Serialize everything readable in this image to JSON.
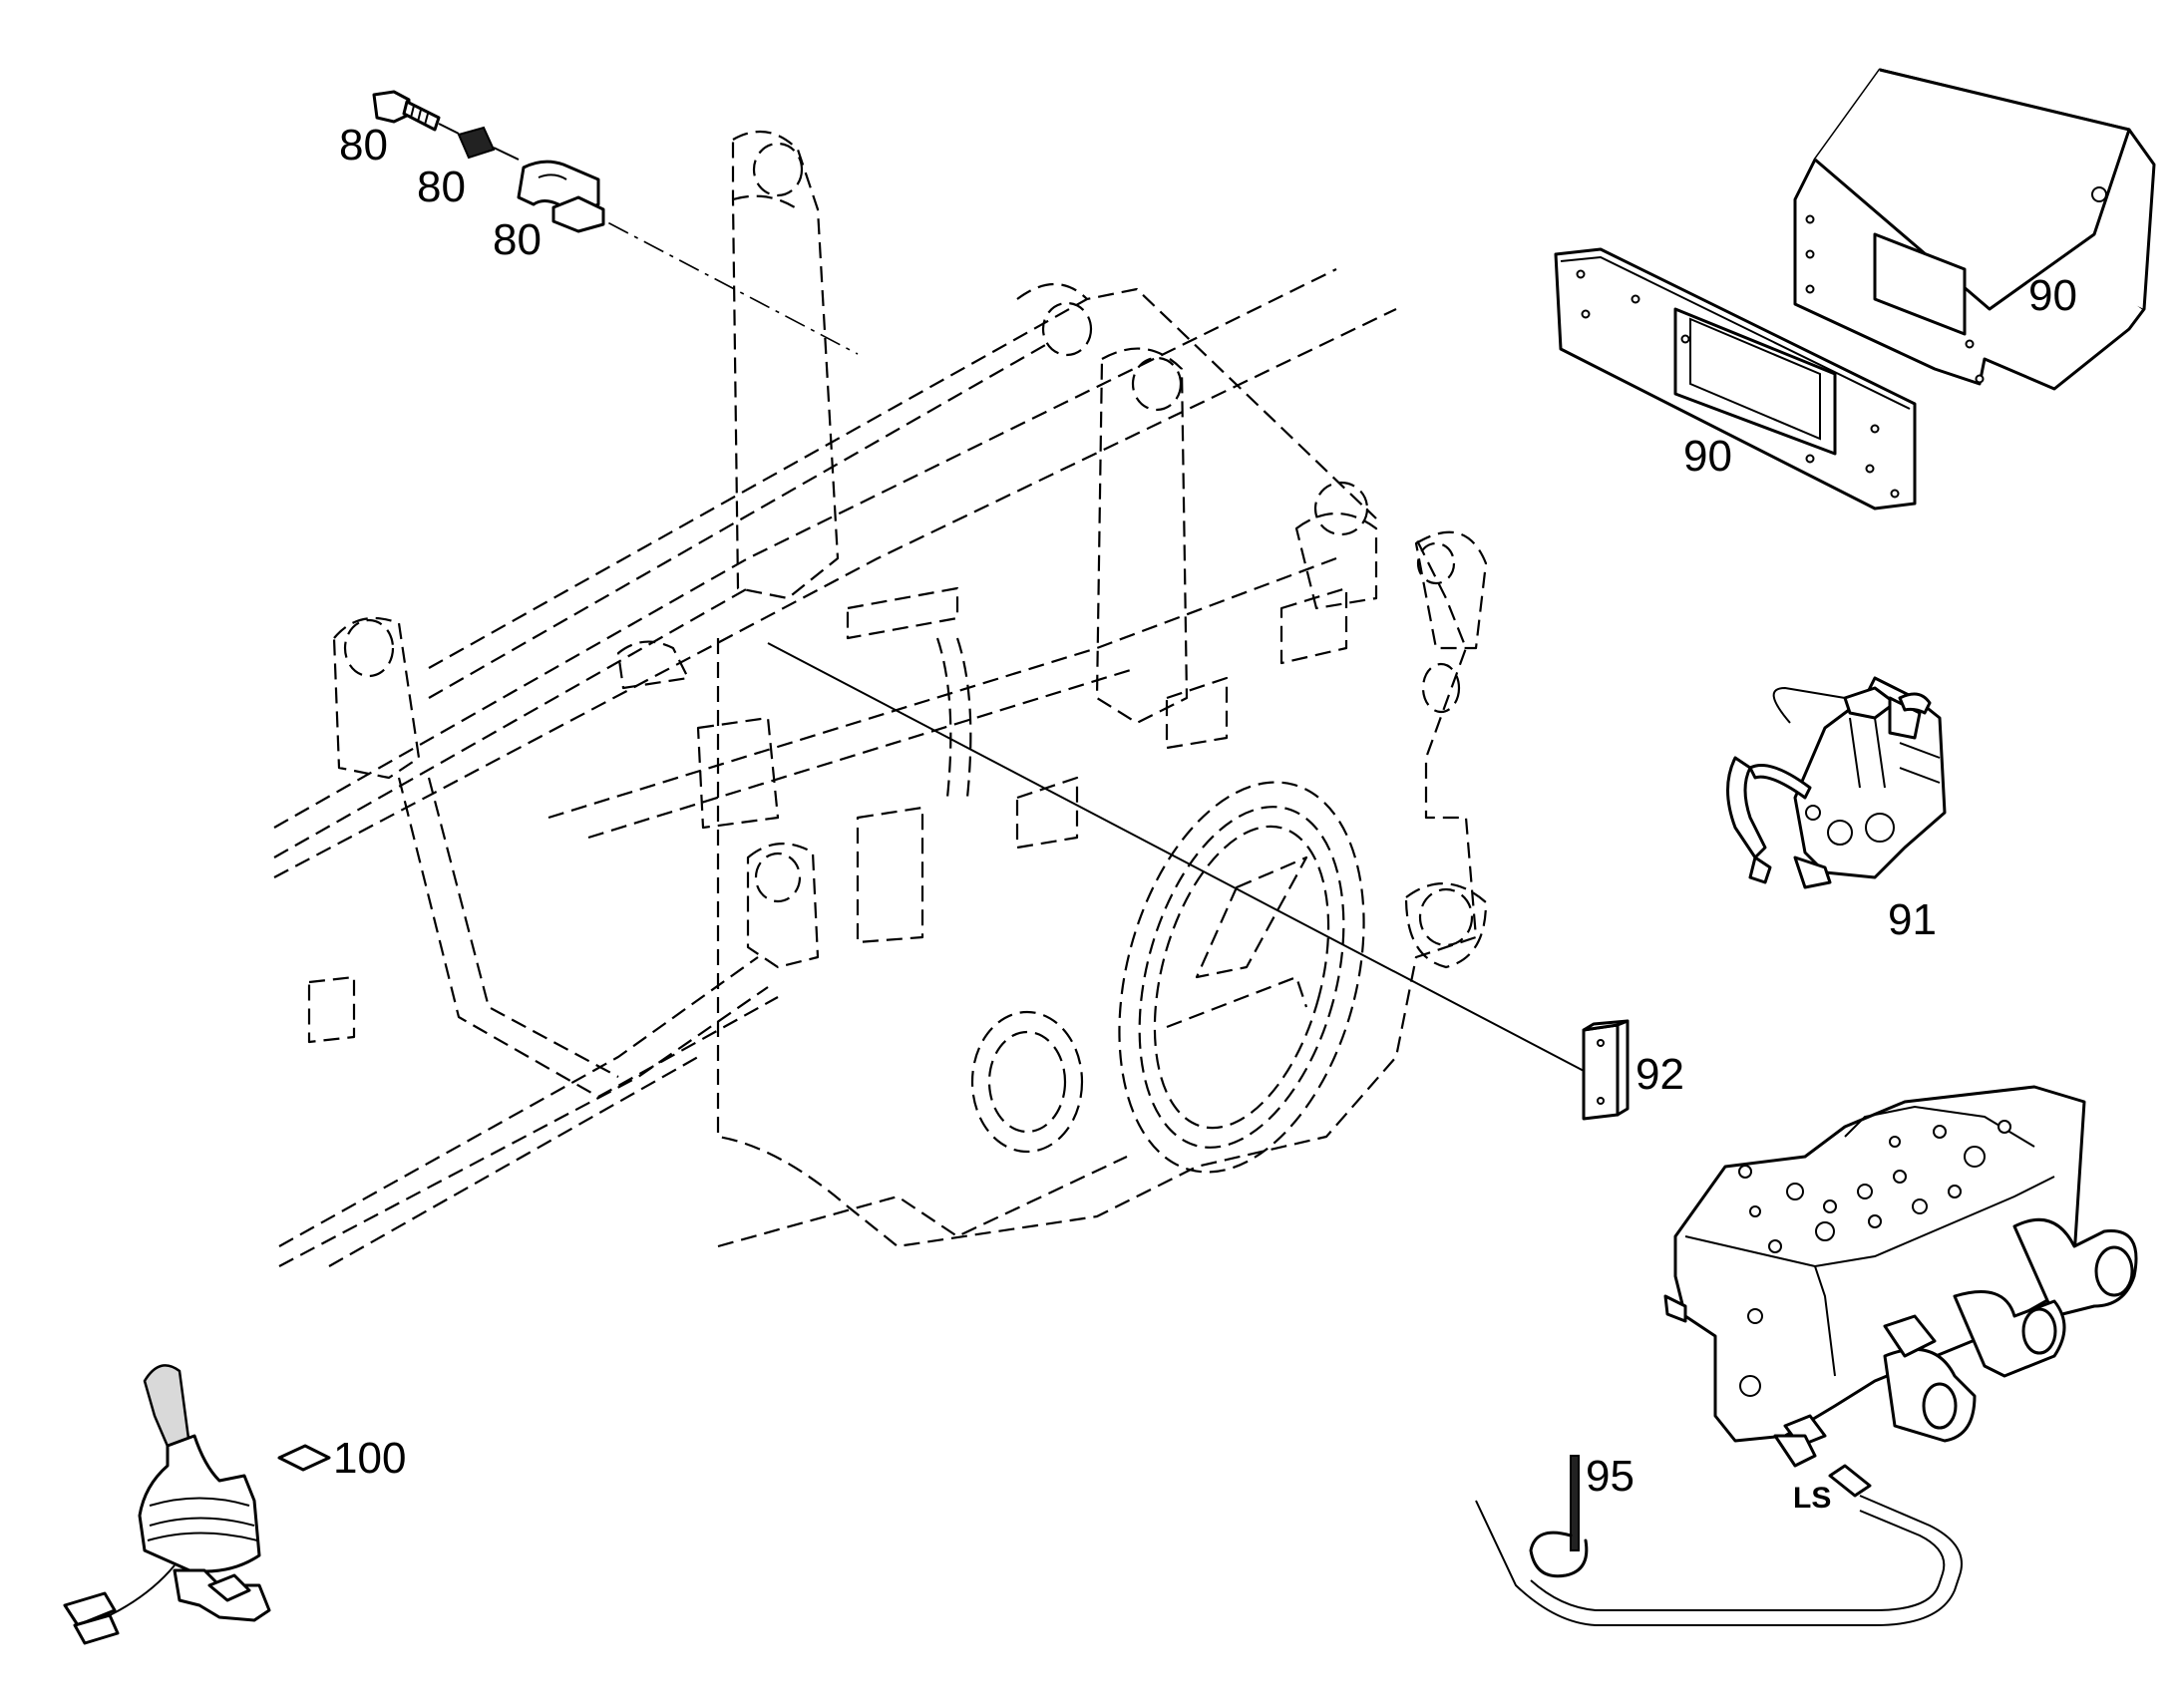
{
  "callouts": {
    "bolt": "80",
    "washer": "80",
    "clamp": "80",
    "cover": "90",
    "plate": "90",
    "valve": "91",
    "pad": "92",
    "hose_clip": "95",
    "joystick": "100"
  },
  "port_label": "LS"
}
